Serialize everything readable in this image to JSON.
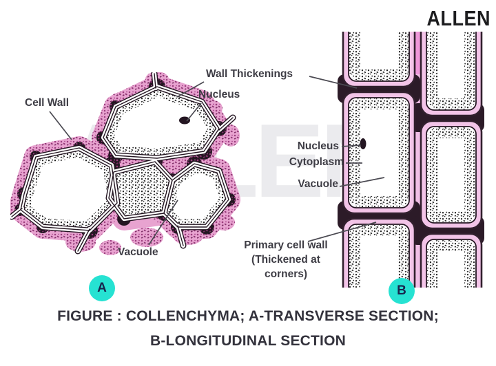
{
  "brand": {
    "logo": "ALLEN",
    "watermark": "ALLEN"
  },
  "figure_a": {
    "badge": "A",
    "labels": {
      "cell_wall": "Cell Wall",
      "wall_thickenings": "Wall Thickenings",
      "nucleus": "Nucleus",
      "vacuole": "Vacuole"
    }
  },
  "figure_b": {
    "badge": "B",
    "labels": {
      "nucleus": "Nucleus",
      "cytoplasm": "Cytoplasm",
      "vacuole": "Vacuole",
      "primary_cell_wall": "Primary cell wall\n(Thickened at\ncorners)"
    }
  },
  "caption": {
    "line1": "FIGURE : COLLENCHYMA; A-TRANSVERSE SECTION;",
    "line2": "B-LONGITUDINAL SECTION"
  },
  "colors": {
    "badge_background": "#26e2d2",
    "badge_text": "#17264e",
    "pink_light": "#f2bfe7",
    "pink_mid": "#e8a3d0",
    "pink_bright": "#ef97da",
    "pink_speckle": "#9c3d7e",
    "wall_dark": "#241622",
    "label_text": "#3e3d45",
    "caption_text": "#33323c",
    "watermark_gray": "#ebebee"
  }
}
